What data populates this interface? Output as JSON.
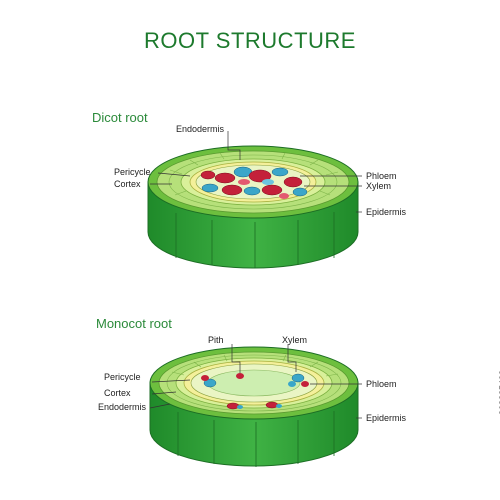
{
  "title": "ROOT STRUCTURE",
  "dicot": {
    "heading": "Dicot root",
    "labels": {
      "endodermis": "Endodermis",
      "pericycle": "Pericycle",
      "cortex": "Cortex",
      "phloem": "Phloem",
      "xylem": "Xylem",
      "epidermis": "Epidermis"
    }
  },
  "monocot": {
    "heading": "Monocot root",
    "labels": {
      "pith": "Pith",
      "xylem": "Xylem",
      "pericycle": "Pericycle",
      "cortex": "Cortex",
      "endodermis": "Endodermis",
      "phloem": "Phloem",
      "epidermis": "Epidermis"
    }
  },
  "stock_id": "268225403",
  "colors": {
    "title": "#1d7a2d",
    "epidermis_side": "#2e9e38",
    "cortex_top": "#b6e07a",
    "pericycle_ring": "#f4f09a",
    "phloem": "#c4213a",
    "xylem": "#3aa6c9",
    "pith": "#cdeeb0"
  }
}
